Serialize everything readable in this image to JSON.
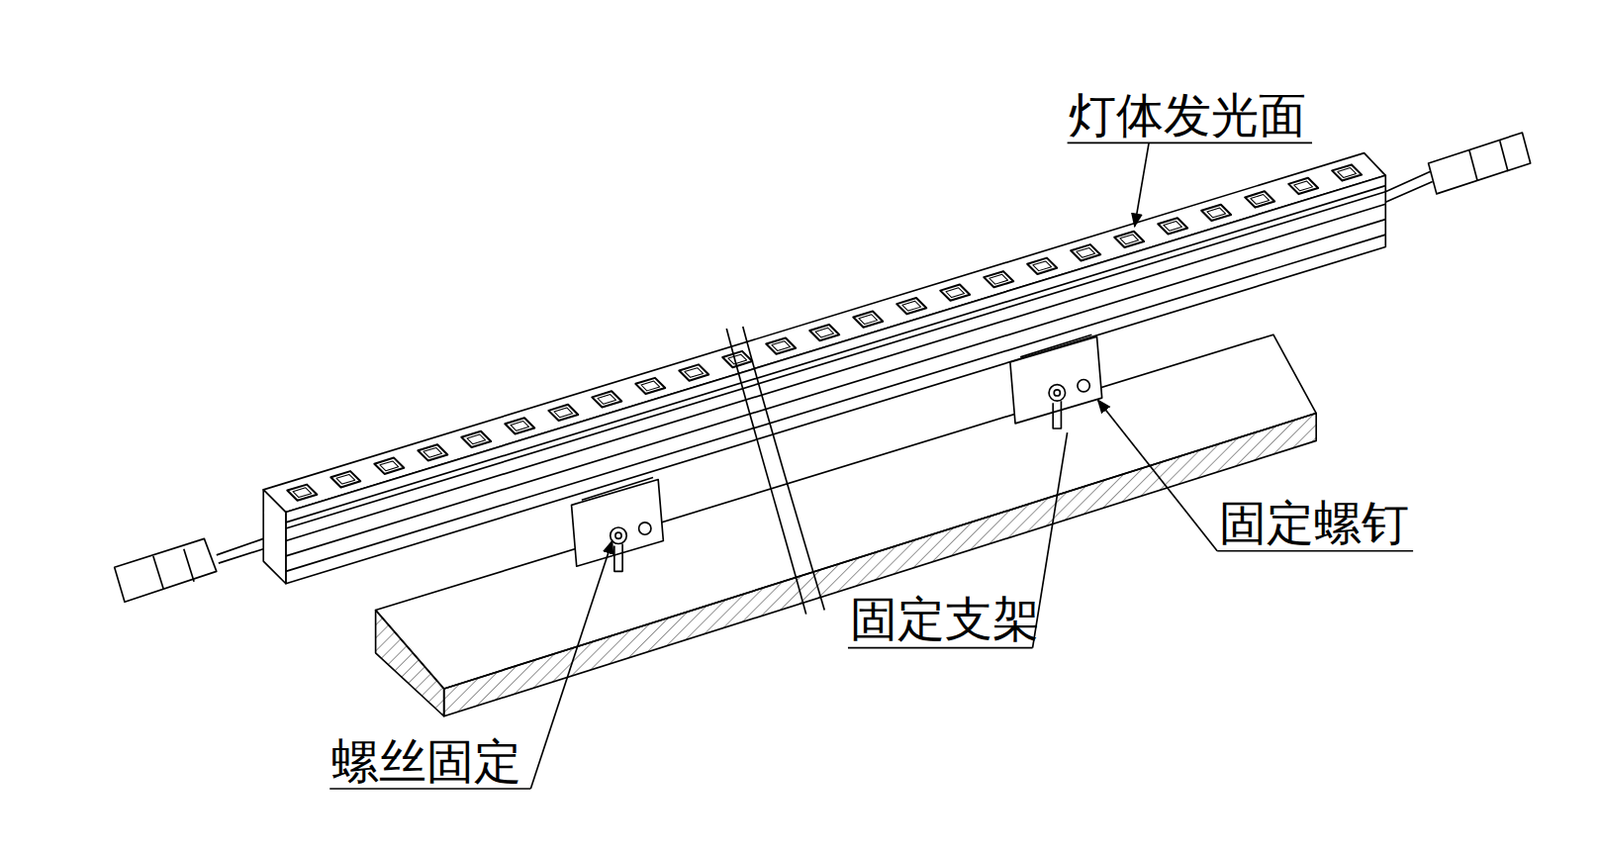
{
  "diagram": {
    "labels": [
      "灯体发光面",
      "固定螺钉",
      "固定支架",
      "螺丝固定"
    ]
  }
}
